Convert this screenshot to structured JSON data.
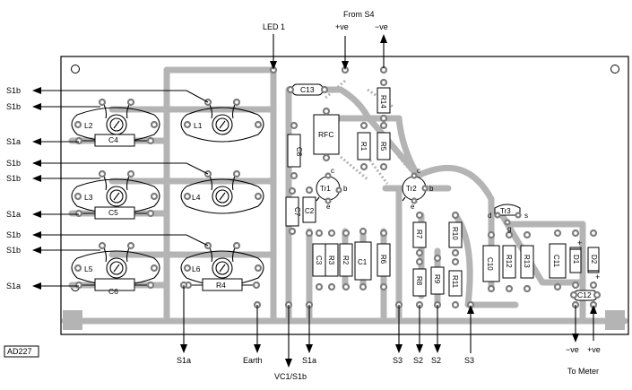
{
  "board_id": "AD227",
  "top_labels": {
    "led": "LED 1",
    "from": "From  S4",
    "plus": "+ve",
    "minus": "−ve"
  },
  "left_labels": [
    "S1b",
    "S1b",
    "S1a",
    "S1b",
    "S1b",
    "S1a",
    "S1b",
    "S1b",
    "S1a"
  ],
  "bottom_labels": {
    "s1a_left": "S1a",
    "earth": "Earth",
    "vc1": "VC1/S1b",
    "s1a_mid": "S1a",
    "s3_a": "S3",
    "s2_a": "S2",
    "s2_b": "S2",
    "s3_b": "S3",
    "meter_minus": "−ve",
    "meter_plus": "+ve",
    "meter": "To Meter"
  },
  "inductors": [
    "L1",
    "L2",
    "L3",
    "L4",
    "L5",
    "L6"
  ],
  "capacitors": {
    "c4": "C4",
    "c5": "C5",
    "c6": "C6",
    "c13": "C13",
    "c8": "C8",
    "c7": "C7",
    "c2": "C2",
    "c3": "C3",
    "c1": "C1",
    "c10": "C10",
    "c11": "C11",
    "c12": "C12"
  },
  "resistors": {
    "r4": "R4",
    "r3": "R3",
    "r2": "R2",
    "r1": "R1",
    "r5": "R5",
    "r6": "R6",
    "r7": "R7",
    "r8": "R8",
    "r9": "R9",
    "r10": "R10",
    "r11": "R11",
    "r12": "R12",
    "r13": "R13",
    "r14": "R14"
  },
  "rfc": "RFC",
  "transistors": {
    "tr1": "Tr1",
    "tr2": "Tr2",
    "tr3": "Tr3",
    "c": "c",
    "b": "b",
    "e": "e",
    "d": "d",
    "g": "g",
    "s": "s"
  },
  "diodes": {
    "d1": "D1",
    "d2": "D2"
  },
  "polarity": {
    "plus": "+"
  }
}
